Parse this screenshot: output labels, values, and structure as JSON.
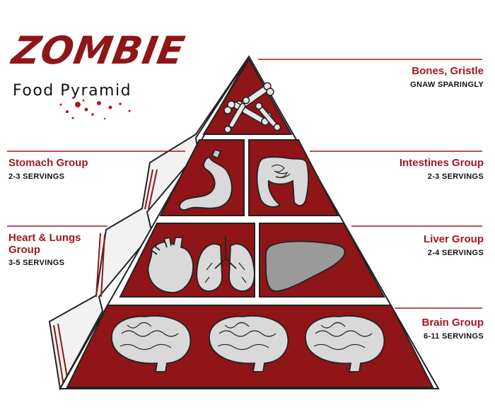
{
  "title": {
    "main": "ZOMBIE",
    "sub": "Food Pyramid"
  },
  "groups": [
    {
      "name": "Bones, Gristle",
      "servings": "GNAW SPARINGLY"
    },
    {
      "name": "Stomach Group",
      "servings": "2-3 SERVINGS"
    },
    {
      "name": "Intestines Group",
      "servings": "2-3 SERVINGS"
    },
    {
      "name": "Heart & Lungs Group",
      "servings": "3-5 SERVINGS"
    },
    {
      "name": "Liver Group",
      "servings": "2-4 SERVINGS"
    },
    {
      "name": "Brain Group",
      "servings": "6-11 SERVINGS"
    }
  ],
  "colors": {
    "pyramid": "#8f1518",
    "label": "#a0191e",
    "organ": "#d9d9d9",
    "line": "#a0191e"
  }
}
